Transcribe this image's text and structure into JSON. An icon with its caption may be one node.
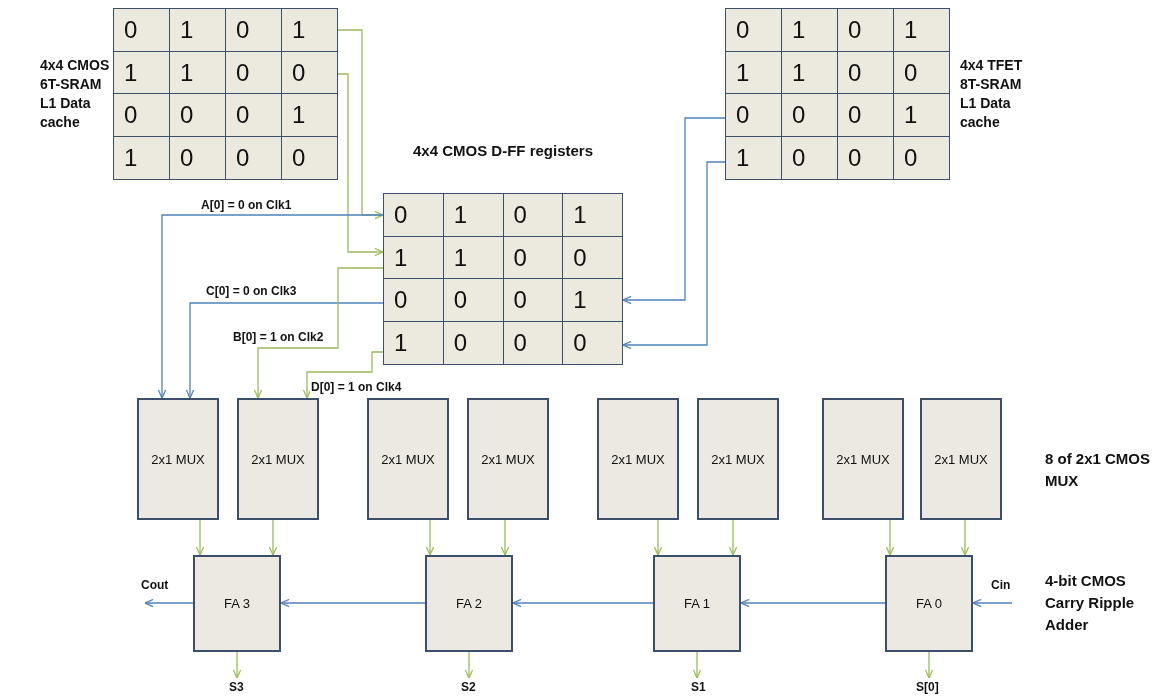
{
  "diagram": {
    "nodes": [
      {
        "text": [
          "4x4 CMOS 6T-SRAM L1 Data cache"
        ]
      },
      {
        "text": [
          "0",
          "1",
          "0",
          "1"
        ],
        "in": 0
      },
      {
        "text": [
          "1",
          "1",
          "0",
          "0"
        ],
        "in": 0
      },
      {
        "text": [
          "0",
          "0",
          "0",
          "1"
        ],
        "in": 0
      },
      {
        "text": [
          "1",
          "0",
          "0",
          "0"
        ],
        "in": 0
      },
      {
        "text": [
          "4x4 TFET 8T-SRAM L1 Data cache"
        ]
      },
      {
        "text": [
          "0",
          "1",
          "0",
          "1"
        ],
        "in": 5
      },
      {
        "text": [
          "1",
          "1",
          "0",
          "0"
        ],
        "in": 5
      },
      {
        "text": [
          "0",
          "0",
          "0",
          "1"
        ],
        "in": 5
      },
      {
        "text": [
          "1",
          "0",
          "0",
          "0"
        ],
        "in": 5
      },
      {
        "text": [
          "4x4 CMOS D-FF registers"
        ]
      },
      {
        "text": [
          "0",
          "1",
          "0",
          "1"
        ],
        "in": 10
      },
      {
        "text": [
          "1",
          "1",
          "0",
          "0"
        ],
        "in": 10
      },
      {
        "text": [
          "0",
          "0",
          "0",
          "1"
        ],
        "in": 10
      },
      {
        "text": [
          "1",
          "0",
          "0",
          "0"
        ],
        "in": 10
      },
      {
        "text": [
          "2x1 MUX"
        ]
      },
      {
        "text": [
          "2x1 MUX"
        ]
      },
      {
        "text": [
          "2x1 MUX"
        ]
      },
      {
        "text": [
          "2x1 MUX"
        ]
      },
      {
        "text": [
          "2x1 MUX"
        ]
      },
      {
        "text": [
          "2x1 MUX"
        ]
      },
      {
        "text": [
          "2x1 MUX"
        ]
      },
      {
        "text": [
          "2x1 MUX"
        ]
      },
      {
        "text": [
          "FA 3"
        ]
      },
      {
        "text": [
          "FA 2"
        ]
      },
      {
        "text": [
          "FA 1"
        ]
      },
      {
        "text": [
          "FA 0"
        ]
      }
    ],
    "edges": [
      {
        "from": 1,
        "to": 11,
        "arrow": "to"
      },
      {
        "from": 2,
        "to": 12,
        "arrow": "to"
      },
      {
        "from": 8,
        "to": 13,
        "arrow": "to",
        "color": "#4f81bd"
      },
      {
        "from": 9,
        "to": 14,
        "arrow": "to",
        "color": "#4f81bd"
      },
      {
        "from": 11,
        "to": 15,
        "arrow": "to",
        "label": "A[0] = 0 on Clk1",
        "color": "#4f81bd"
      },
      {
        "from": 13,
        "to": 15,
        "arrow": "to",
        "label": "C[0] = 0 on Clk3",
        "color": "#4f81bd"
      },
      {
        "from": 12,
        "to": 16,
        "arrow": "to",
        "label": "B[0] = 1 on Clk2"
      },
      {
        "from": 14,
        "to": 16,
        "arrow": "to",
        "label": "D[0] = 1 on Clk4"
      },
      {
        "from": 15,
        "to": 23,
        "arrow": "to"
      },
      {
        "from": 16,
        "to": 23,
        "arrow": "to"
      },
      {
        "from": 17,
        "to": 24,
        "arrow": "to"
      },
      {
        "from": 18,
        "to": 24,
        "arrow": "to"
      },
      {
        "from": 19,
        "to": 25,
        "arrow": "to"
      },
      {
        "from": 20,
        "to": 25,
        "arrow": "to"
      },
      {
        "from": 21,
        "to": 26,
        "arrow": "to"
      },
      {
        "from": 22,
        "to": 26,
        "arrow": "to"
      },
      {
        "from": null,
        "to": 26,
        "arrow": "to",
        "label": "Cin",
        "color": "#4f81bd"
      },
      {
        "from": 26,
        "to": 25,
        "arrow": "to",
        "color": "#4f81bd"
      },
      {
        "from": 25,
        "to": 24,
        "arrow": "to",
        "color": "#4f81bd"
      },
      {
        "from": 24,
        "to": 23,
        "arrow": "to",
        "color": "#4f81bd"
      },
      {
        "from": 23,
        "to": null,
        "arrow": "to",
        "label": "Cout",
        "color": "#4f81bd"
      },
      {
        "from": 23,
        "to": null,
        "arrow": "to",
        "label": "S3"
      },
      {
        "from": 24,
        "to": null,
        "arrow": "to",
        "label": "S2"
      },
      {
        "from": 25,
        "to": null,
        "arrow": "to",
        "label": "S1"
      },
      {
        "from": 26,
        "to": null,
        "arrow": "to",
        "label": "S[0]"
      }
    ],
    "labels": [
      "8 of 2x1 CMOS MUX",
      "4-bit CMOS Carry Ripple Adder"
    ]
  }
}
